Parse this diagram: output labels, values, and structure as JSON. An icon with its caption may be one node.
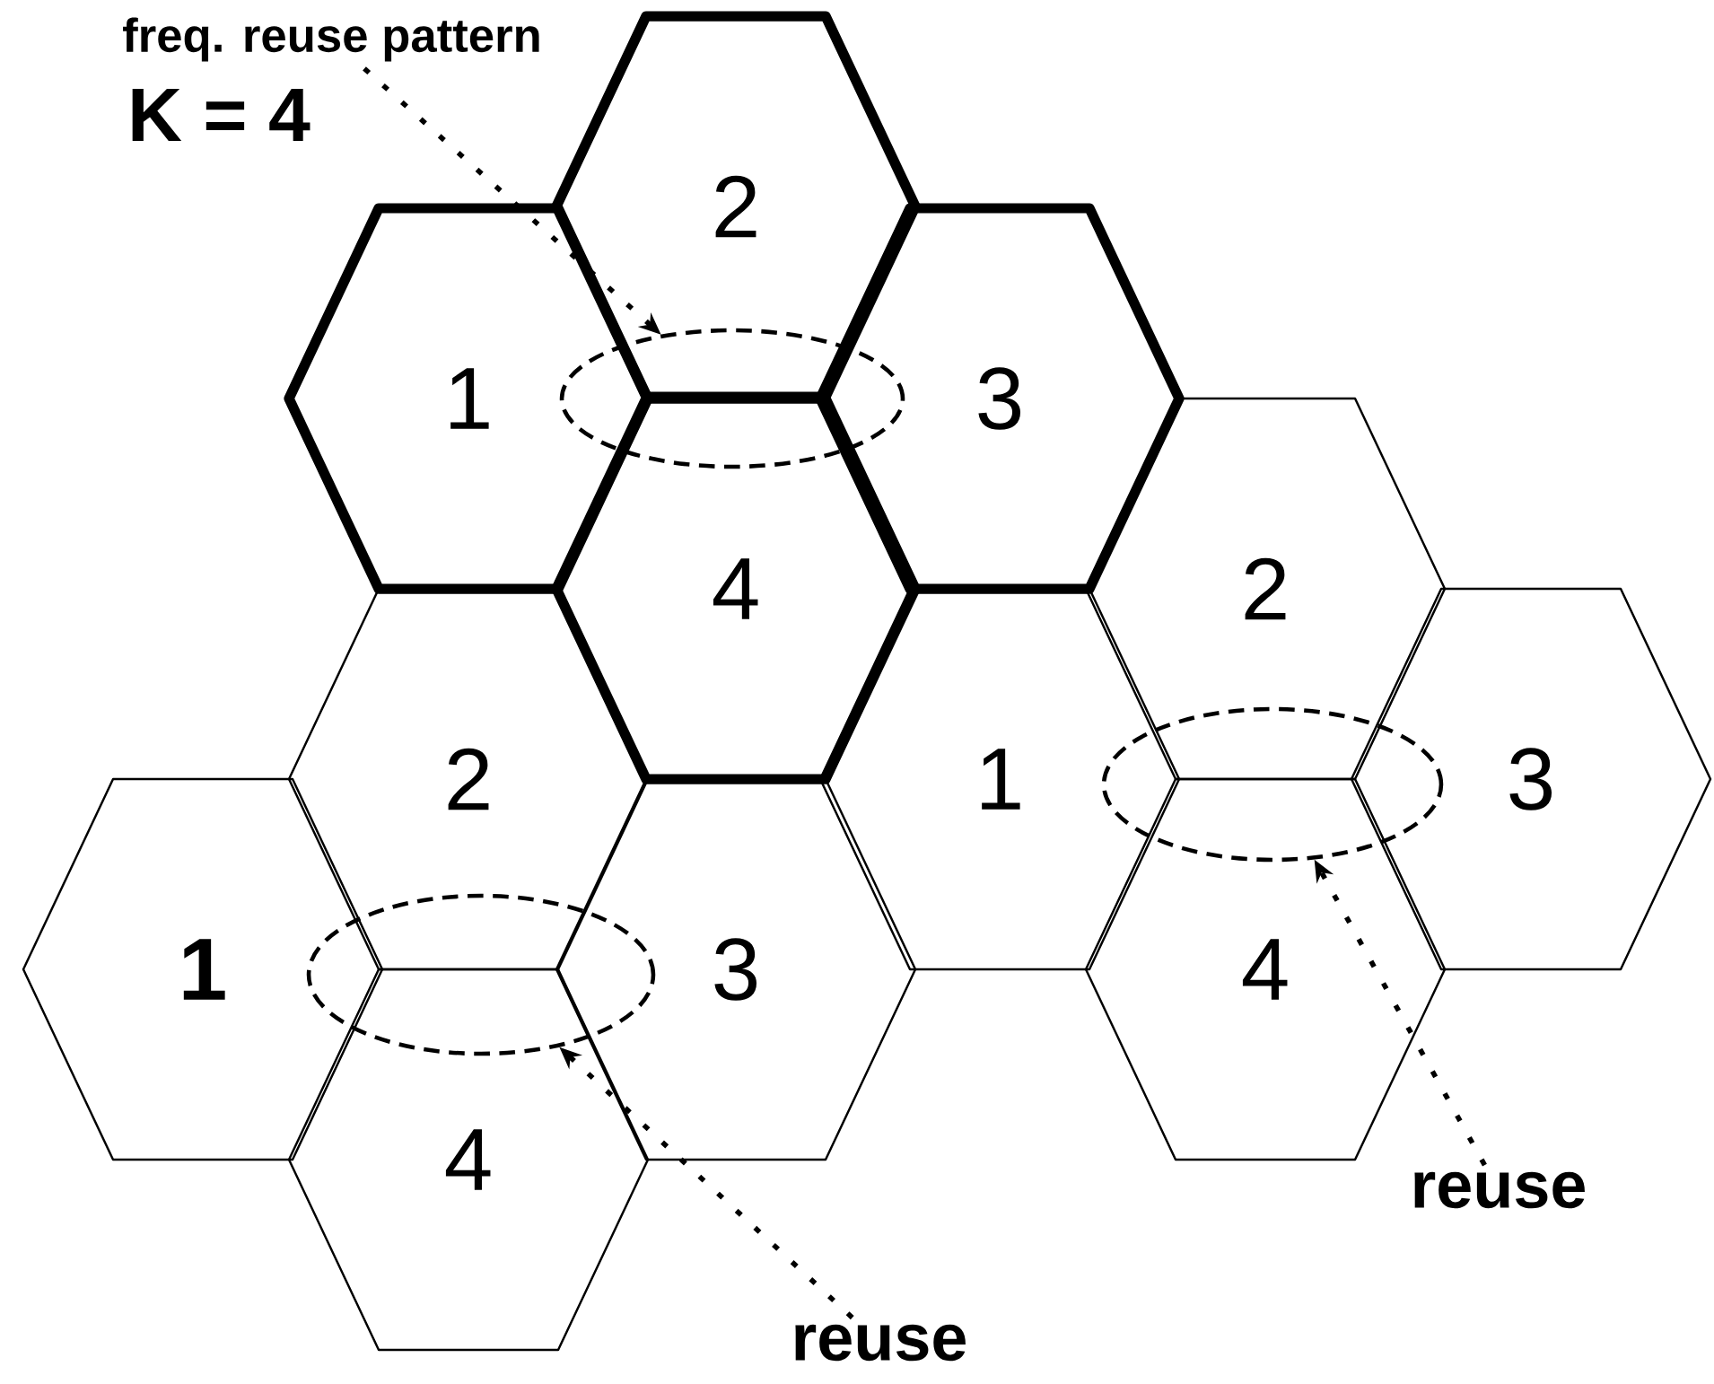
{
  "diagram": {
    "nodes": [
      {
        "text": [
          "freq. reuse pattern"
        ]
      },
      {
        "text": [
          "2"
        ]
      },
      {
        "text": [
          "1"
        ]
      },
      {
        "text": [],
        "shape": "ellipse"
      },
      {
        "text": [
          "3"
        ]
      },
      {
        "text": [
          "4"
        ]
      },
      {
        "text": [
          "2"
        ]
      },
      {
        "text": [
          "2"
        ]
      },
      {
        "text": [
          "1"
        ]
      },
      {
        "text": [
          "3"
        ]
      },
      {
        "text": [],
        "shape": "ellipse"
      },
      {
        "text": [
          "1"
        ]
      },
      {
        "text": [],
        "shape": "ellipse"
      },
      {
        "text": [
          "3"
        ]
      },
      {
        "text": [
          "4"
        ]
      },
      {
        "text": [
          "4"
        ]
      },
      {
        "text": [
          "reuse"
        ]
      },
      {
        "text": [
          "reuse"
        ]
      }
    ],
    "edges": [
      {
        "from": 0,
        "to": 3,
        "arrow": "to"
      },
      {
        "from": 16,
        "to": 10,
        "arrow": "to"
      },
      {
        "from": 17,
        "to": 12,
        "arrow": "to"
      }
    ],
    "labels": [
      "K = 4"
    ]
  }
}
